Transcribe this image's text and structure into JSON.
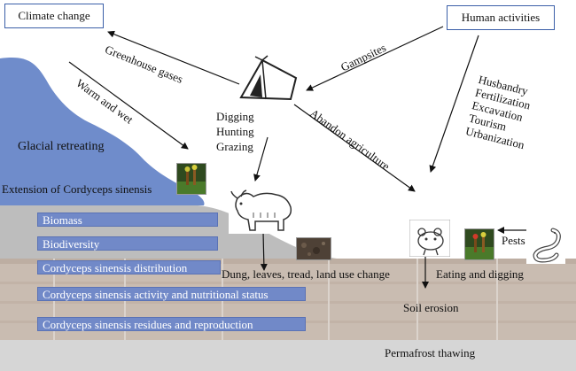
{
  "boxes": {
    "climate_change": "Climate change",
    "human_activities": "Human activities"
  },
  "arrow_labels": {
    "greenhouse_gases": "Greenhouse gases",
    "warm_and_wet": "Warm and wet",
    "gampsites": "Gampsites",
    "abandon_agriculture": "Abandon agriculture"
  },
  "activities_tent": [
    "Digging",
    "Hunting",
    "Grazing"
  ],
  "activities_human": [
    "Husbandry",
    "Fertilization",
    "Excavation",
    "Tourism",
    "Urbanization"
  ],
  "labels": {
    "glacial_retreating": "Glacial retreating",
    "extension": "Extension of Cordyceps sinensis",
    "dung": "Dung, leaves, tread, land use change",
    "eating": "Eating and digging",
    "pests": "Pests",
    "soil_erosion": "Soil erosion",
    "permafrost": "Permafrost thawing"
  },
  "impact_bars": [
    "Biomass",
    "Biodiversity",
    "Cordyceps sinensis distribution",
    "Cordyceps sinensis activity and nutritional status",
    "Cordyceps sinensis residues and reproduction"
  ],
  "icons": [
    "tent-icon",
    "yak-icon",
    "pika-icon",
    "worm-icon",
    "cordyceps-photo",
    "soil-photo"
  ],
  "colors": {
    "glacier": "#6f8ccb",
    "bar_fill": "#7189c8",
    "soil": "#c9bcb1",
    "permafrost": "#d6d6d6",
    "box_border": "#3b5fa8"
  }
}
